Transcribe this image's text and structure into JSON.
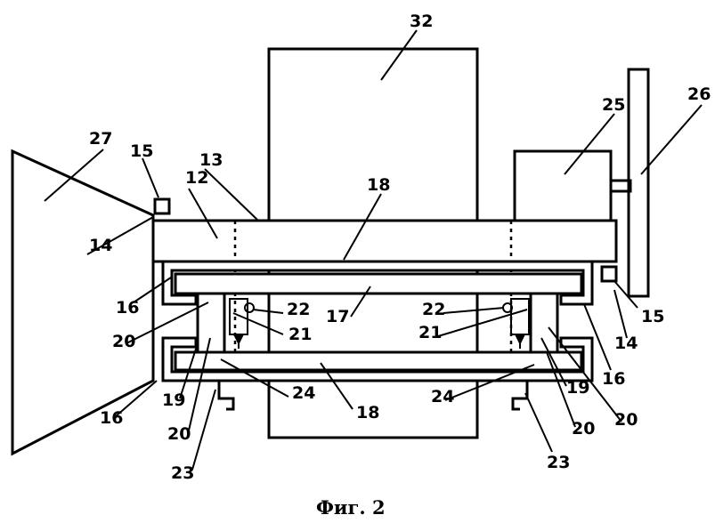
{
  "caption": "Фиг. 2",
  "labels": {
    "l32": "32",
    "l25": "25",
    "l26": "26",
    "l27": "27",
    "l15a": "15",
    "l13": "13",
    "l12": "12",
    "l18a": "18",
    "l14a": "14",
    "l16a": "16",
    "l22a": "22",
    "l17": "17",
    "l21a": "21",
    "l20a": "20",
    "l24a": "24",
    "l18b": "18",
    "l19a": "19",
    "l16b": "16",
    "l20b": "20",
    "l23a": "23",
    "l22b": "22",
    "l21b": "21",
    "l15b": "15",
    "l14b": "14",
    "l16c": "16",
    "l20c": "20",
    "l24b": "24",
    "l19b": "19",
    "l20d": "20",
    "l23b": "23"
  }
}
